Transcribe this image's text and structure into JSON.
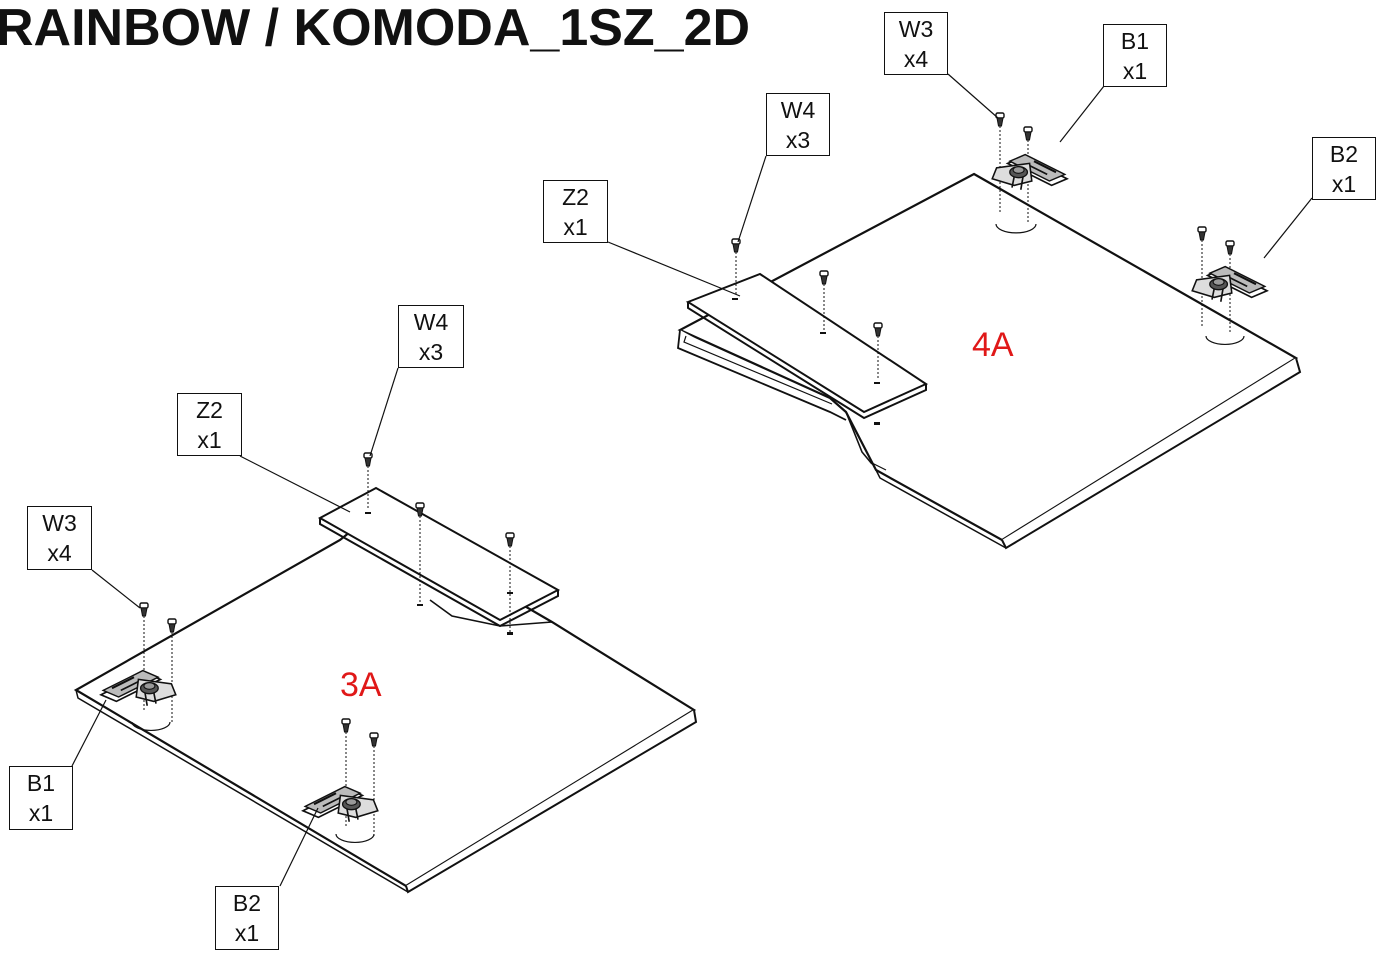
{
  "title": "RAINBOW / KOMODA_1SZ_2D",
  "label_color": "#e01818",
  "panels": {
    "left": {
      "label": "3A"
    },
    "right": {
      "label": "4A"
    }
  },
  "callouts": {
    "w3_right": {
      "code": "W3",
      "qty": "x4"
    },
    "b1_right": {
      "code": "B1",
      "qty": "x1"
    },
    "w4_right": {
      "code": "W4",
      "qty": "x3"
    },
    "z2_right": {
      "code": "Z2",
      "qty": "x1"
    },
    "b2_right": {
      "code": "B2",
      "qty": "x1"
    },
    "w4_left": {
      "code": "W4",
      "qty": "x3"
    },
    "z2_left": {
      "code": "Z2",
      "qty": "x1"
    },
    "w3_left": {
      "code": "W3",
      "qty": "x4"
    },
    "b1_left": {
      "code": "B1",
      "qty": "x1"
    },
    "b2_left": {
      "code": "B2",
      "qty": "x1"
    }
  }
}
